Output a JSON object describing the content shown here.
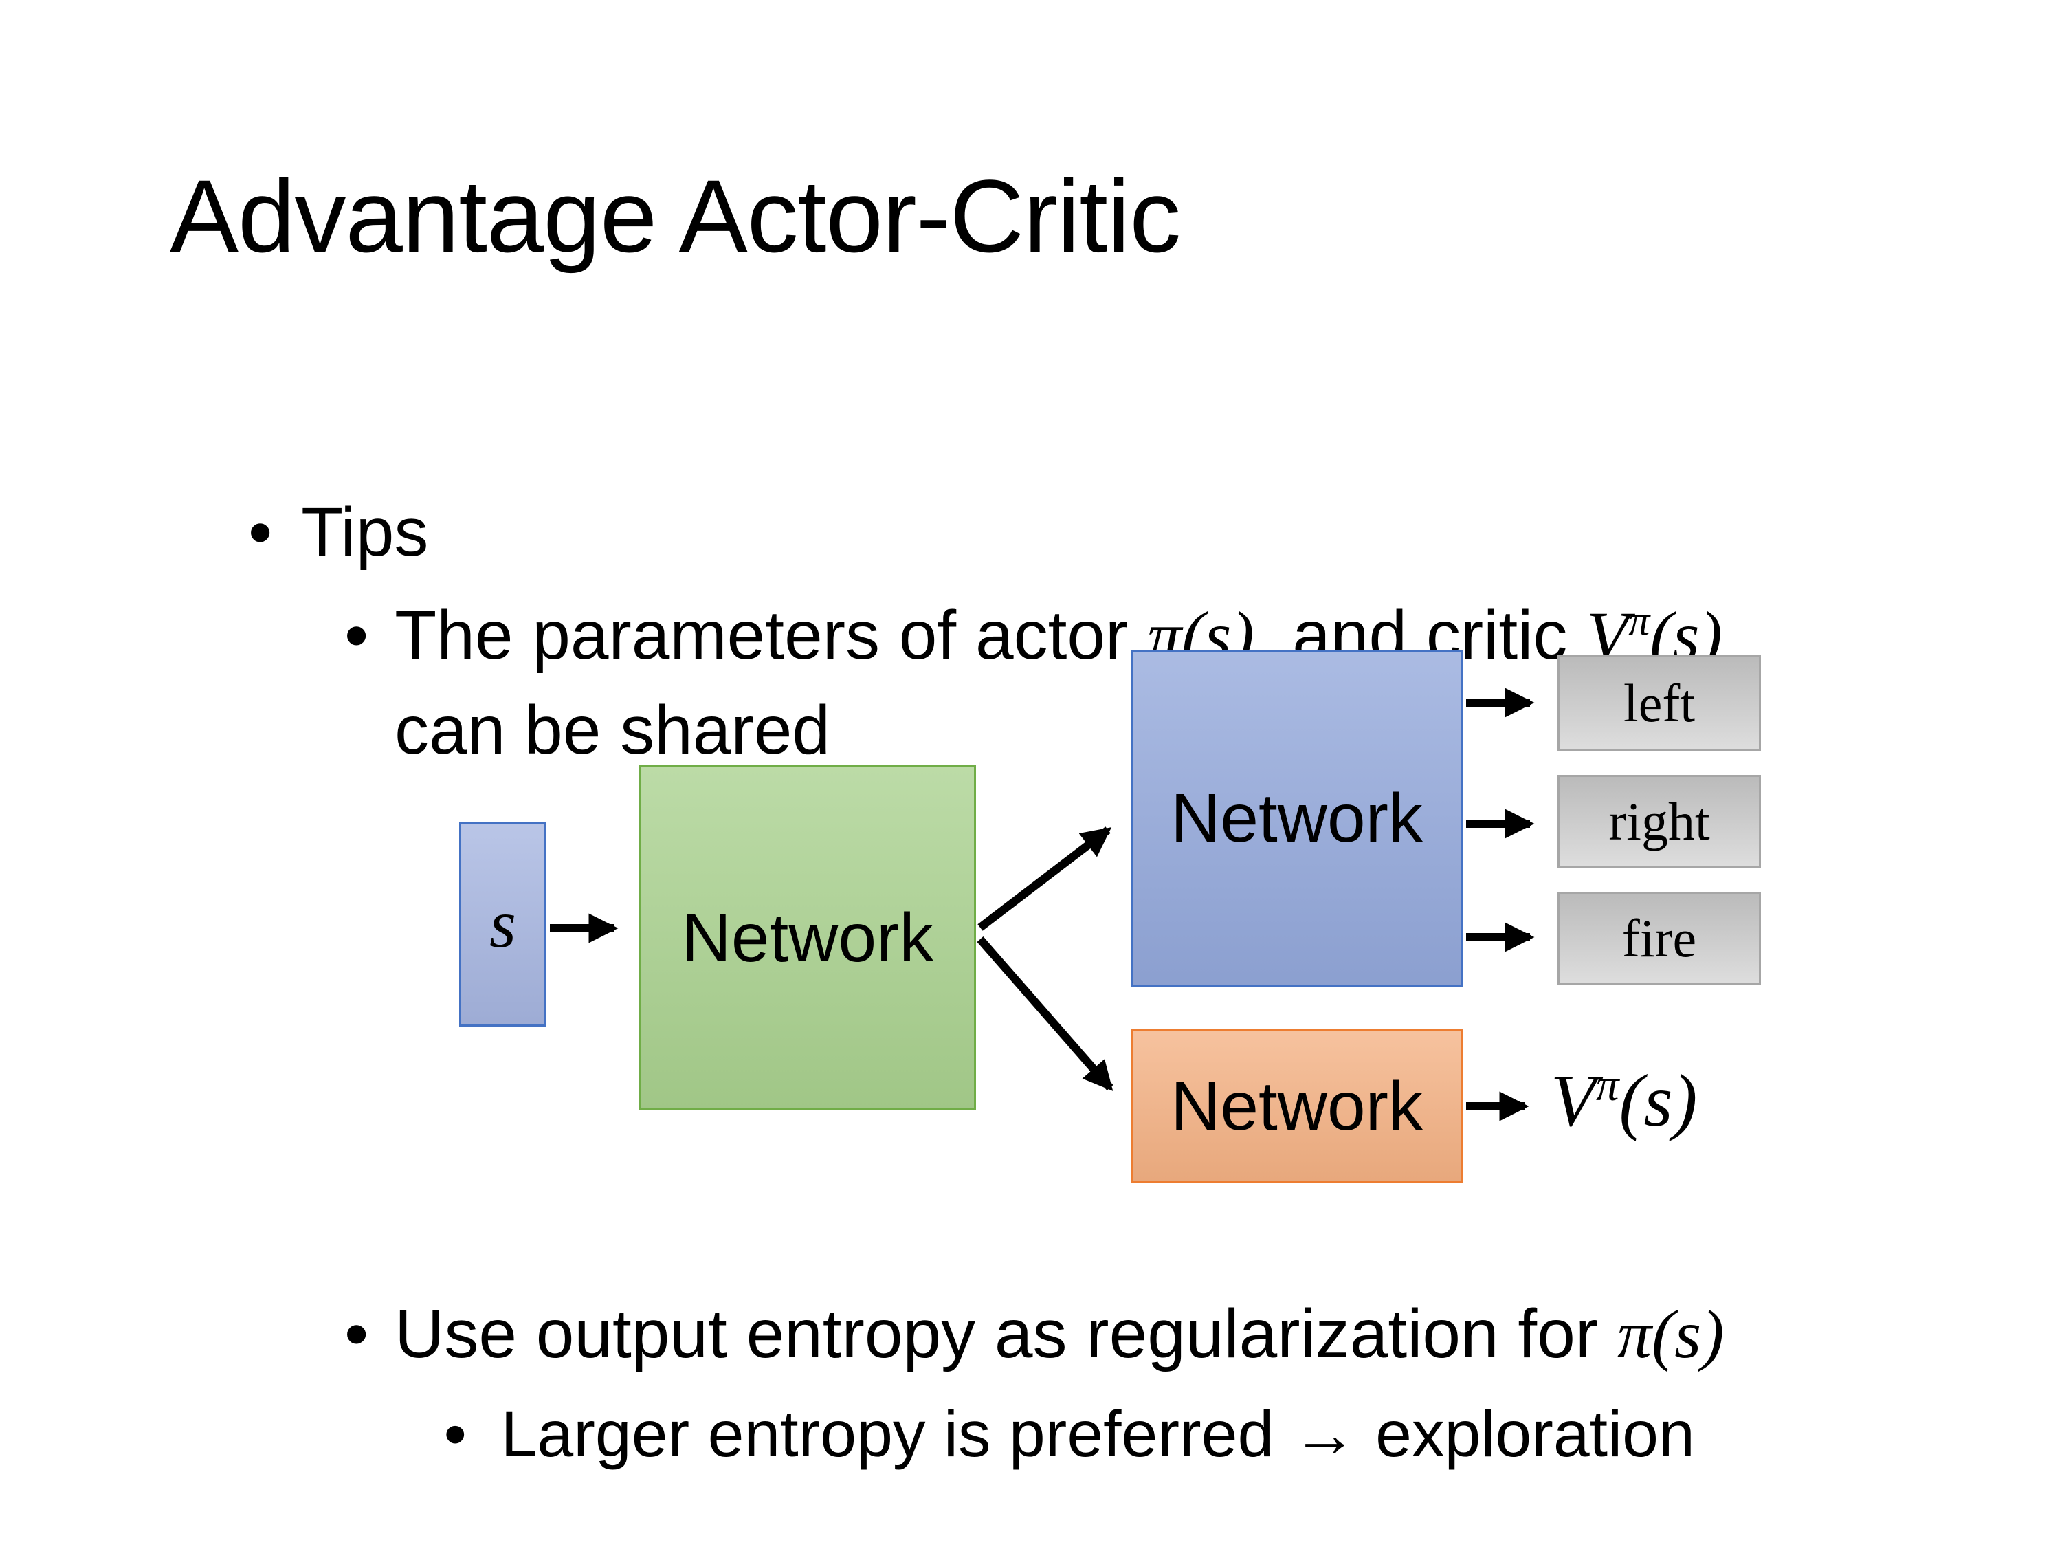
{
  "slide": {
    "title": "Advantage Actor-Critic",
    "bullet_glyph": "•",
    "lines": {
      "tips": "Tips",
      "shared_1_pre": "The parameters of actor ",
      "shared_1_pi": "π(s)",
      "shared_1_mid": "  and critic ",
      "shared_1_v": "V",
      "shared_1_v_sup": "π",
      "shared_1_v_args": "(s)",
      "shared_2": "can be shared",
      "entropy_pre": "Use output entropy as regularization for ",
      "entropy_pi": "π(s)",
      "larger": "Larger entropy is preferred → exploration"
    },
    "diagram": {
      "input_label": "s",
      "shared_network_label": "Network",
      "actor_network_label": "Network",
      "critic_network_label": "Network",
      "action_left": "left",
      "action_right": "right",
      "action_fire": "fire",
      "value_v": "V",
      "value_sup": "π",
      "value_args": "(s)",
      "colors": {
        "input_fill": "#A6B5E0",
        "input_border": "#4472C4",
        "shared_fill": "#A9D18E",
        "shared_border": "#70AD47",
        "actor_fill": "#93A8DB",
        "actor_border": "#4472C4",
        "critic_fill": "#F4B183",
        "critic_border": "#ED7D31",
        "action_fill": "#D0D0D0",
        "action_border": "#A6A6A6",
        "arrow": "#000000",
        "text": "#000000",
        "background": "#FFFFFF"
      }
    }
  }
}
